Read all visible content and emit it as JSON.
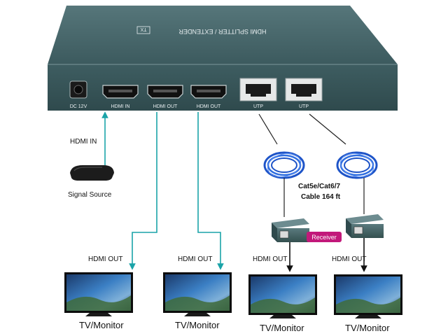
{
  "device": {
    "top_label": "HDMI SPLITTER / EXTENDER",
    "tx_badge": "TX",
    "ports": {
      "dc": "DC 12V",
      "hdmi_in": "HDMI IN",
      "hdmi_out_1": "HDMI OUT",
      "hdmi_out_2": "HDMI OUT",
      "utp_1": "UTP",
      "utp_2": "UTP"
    }
  },
  "labels": {
    "hdmi_in": "HDMI IN",
    "signal_source": "Signal Source",
    "cable_line1": "Cat5e/Cat6/7",
    "cable_line2": "Cable  164 ft",
    "receiver": "Receiver",
    "hdmi_out_1": "HDMI OUT",
    "hdmi_out_2": "HDMI OUT",
    "hdmi_out_3": "HDMI OUT",
    "hdmi_out_4": "HDMI OUT",
    "tv_1": "TV/Monitor",
    "tv_2": "TV/Monitor",
    "tv_3": "TV/Monitor",
    "tv_4": "TV/Monitor"
  },
  "colors": {
    "device_body": "#3f5f63",
    "hdmi_line": "#1aa3a8",
    "cat_line": "#222222",
    "receiver_badge": "#c2187a",
    "cable_blue": "#1e54c8"
  }
}
